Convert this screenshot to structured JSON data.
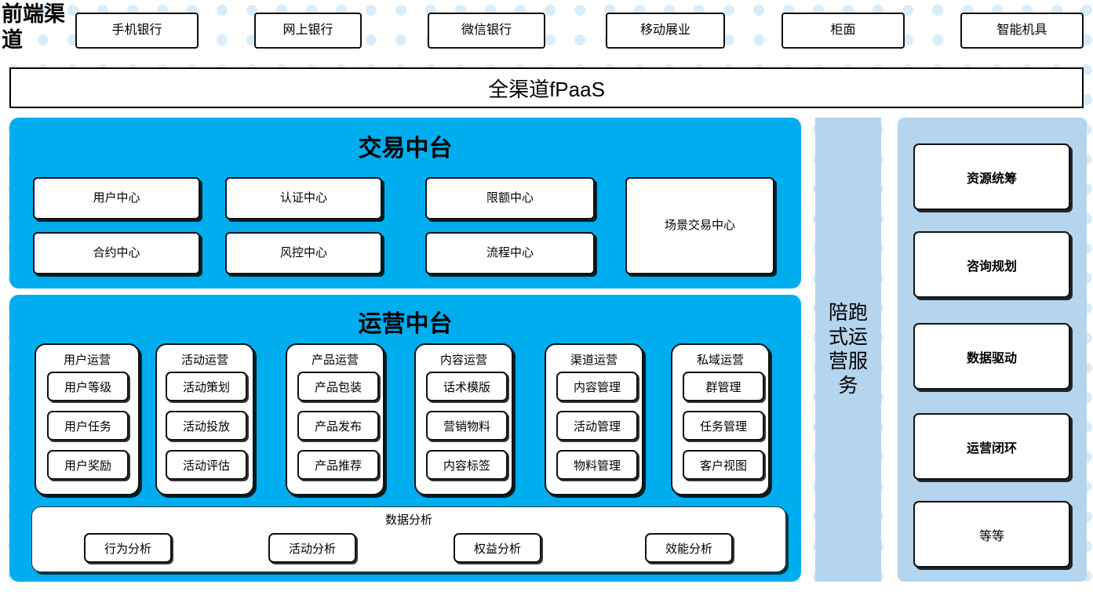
{
  "frontend": {
    "label": "前端渠道",
    "channels": [
      {
        "label": "手机银行"
      },
      {
        "label": "网上银行"
      },
      {
        "label": "微信银行"
      },
      {
        "label": "移动展业"
      },
      {
        "label": "柜面"
      },
      {
        "label": "智能机具"
      }
    ]
  },
  "fpaas": {
    "label": "全渠道fPaaS"
  },
  "trade_platform": {
    "title": "交易中台",
    "boxes": [
      {
        "label": "用户中心"
      },
      {
        "label": "认证中心"
      },
      {
        "label": "限额中心"
      },
      {
        "label": "合约中心"
      },
      {
        "label": "风控中心"
      },
      {
        "label": "流程中心"
      },
      {
        "label": "场景交易中心"
      }
    ]
  },
  "operation_platform": {
    "title": "运营中台",
    "columns": [
      {
        "title": "用户运营",
        "items": [
          {
            "label": "用户等级"
          },
          {
            "label": "用户任务"
          },
          {
            "label": "用户奖励"
          }
        ]
      },
      {
        "title": "活动运营",
        "items": [
          {
            "label": "活动策划"
          },
          {
            "label": "活动投放"
          },
          {
            "label": "活动评估"
          }
        ]
      },
      {
        "title": "产品运营",
        "items": [
          {
            "label": "产品包装"
          },
          {
            "label": "产品发布"
          },
          {
            "label": "产品推荐"
          }
        ]
      },
      {
        "title": "内容运营",
        "items": [
          {
            "label": "话术模版"
          },
          {
            "label": "营销物料"
          },
          {
            "label": "内容标签"
          }
        ]
      },
      {
        "title": "渠道运营",
        "items": [
          {
            "label": "内容管理"
          },
          {
            "label": "活动管理"
          },
          {
            "label": "物料管理"
          }
        ]
      },
      {
        "title": "私域运营",
        "items": [
          {
            "label": "群管理"
          },
          {
            "label": "任务管理"
          },
          {
            "label": "客户视图"
          }
        ]
      }
    ],
    "data_analysis": {
      "title": "数据分析",
      "items": [
        {
          "label": "行为分析"
        },
        {
          "label": "活动分析"
        },
        {
          "label": "权益分析"
        },
        {
          "label": "效能分析"
        }
      ]
    }
  },
  "service_column": {
    "label": "陪跑式运营服务"
  },
  "capability_column": {
    "items": [
      {
        "label": "资源统筹",
        "bold": true
      },
      {
        "label": "咨询规划",
        "bold": true
      },
      {
        "label": "数据驱动",
        "bold": true
      },
      {
        "label": "运营闭环",
        "bold": true
      },
      {
        "label": "等等",
        "bold": false
      }
    ]
  },
  "colors": {
    "cyan_panel": "#00AEEF",
    "light_blue_column": "#B5D4EE",
    "dot_pattern": "#D8ECFA",
    "box_border": "#111111",
    "page_background": "#FFFFFF"
  }
}
